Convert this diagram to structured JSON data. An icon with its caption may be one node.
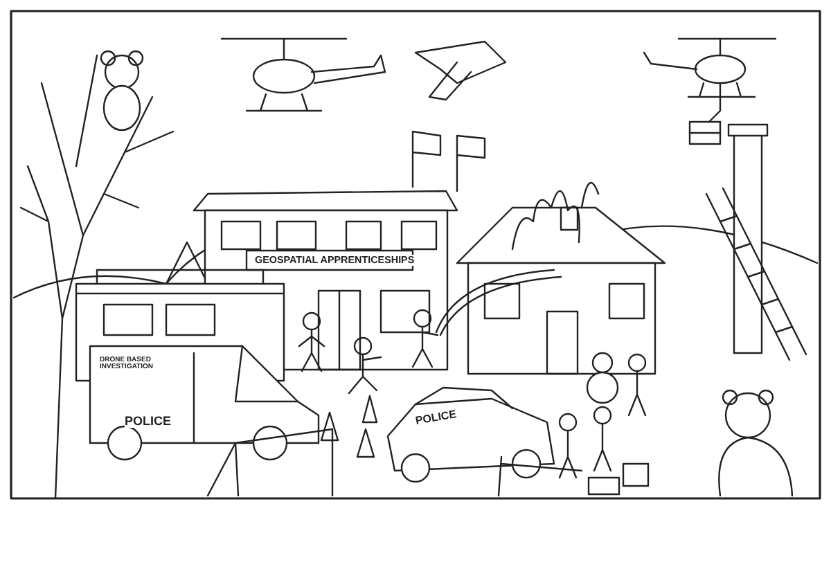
{
  "diagram": {
    "labels": [
      "GEOSPATIAL APPRENTICESHIPS",
      "DRONE BASED INVESTIGATION",
      "POLICE",
      "POLICE"
    ]
  }
}
